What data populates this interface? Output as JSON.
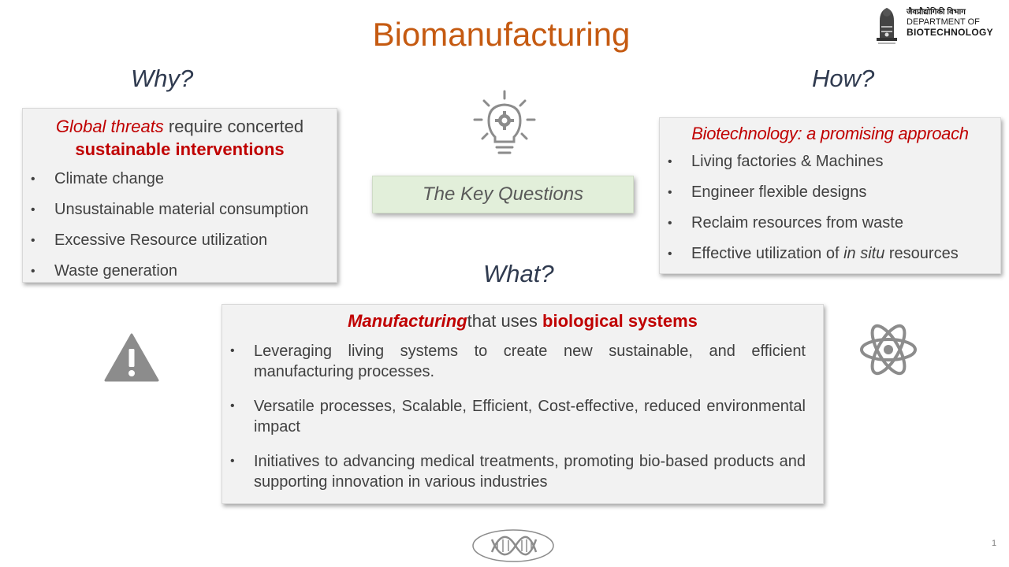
{
  "title": "Biomanufacturing",
  "logo": {
    "line1": "जैवप्रौद्योगिकी विभाग",
    "line2": "DEPARTMENT OF",
    "line3": "BIOTECHNOLOGY",
    "icon": "ashoka-emblem-icon"
  },
  "why": {
    "heading": "Why?",
    "head_part1": "Global threats",
    "head_part2": " require concerted",
    "head_part3": "sustainable interventions",
    "items": [
      "Climate change",
      "Unsustainable material consumption",
      "Excessive Resource utilization",
      "Waste generation"
    ]
  },
  "key_questions": {
    "label": "The Key Questions",
    "icon": "lightbulb-gear-icon"
  },
  "how": {
    "heading": "How?",
    "box_title": "Biotechnology: a promising approach",
    "items": [
      "Living factories & Machines",
      "Engineer flexible designs",
      "Reclaim resources from waste"
    ],
    "item4_pre": "Effective utilization of ",
    "item4_em": "in situ",
    "item4_post": " resources"
  },
  "what": {
    "heading": "What?",
    "head_part1": "Manufacturing",
    "head_part2": "that uses ",
    "head_part3": "biological systems",
    "items": [
      "Leveraging living systems to create new sustainable, and efficient manufacturing processes.",
      "Versatile processes, Scalable, Efficient, Cost-effective, reduced environmental impact",
      "Initiatives to advancing medical treatments, promoting bio-based products and supporting innovation in various industries"
    ]
  },
  "icons": {
    "warning": "warning-icon",
    "atom": "atom-icon",
    "dna": "dna-icon"
  },
  "colors": {
    "title": "#c55a11",
    "accent_red": "#c00000",
    "heading": "#2f3a4f",
    "box_bg": "#f2f2f2",
    "key_bg": "#e2efda",
    "icon_gray": "#8c8c8c"
  },
  "page_number": "1"
}
